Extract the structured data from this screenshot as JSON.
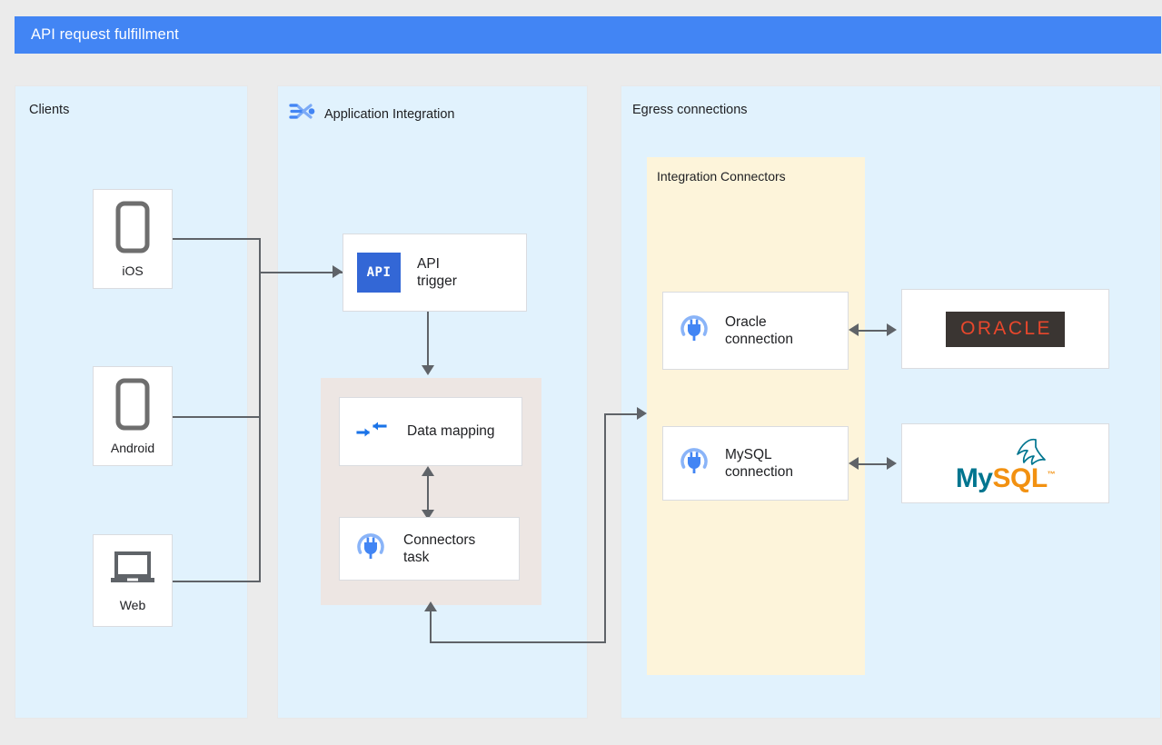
{
  "header": {
    "title": "API request fulfillment",
    "color": "#4285f4"
  },
  "panels": {
    "clients": {
      "label": "Clients",
      "bg": "#e1f2fd"
    },
    "app_integration": {
      "label": "Application Integration",
      "icon": "application-integration-icon",
      "bg": "#e1f2fd"
    },
    "egress": {
      "label": "Egress connections",
      "bg": "#e1f2fd"
    },
    "integration_connectors": {
      "label": "Integration Connectors",
      "bg": "#fdf4da"
    }
  },
  "clients": [
    {
      "label": "iOS",
      "icon": "mobile-phone-icon"
    },
    {
      "label": "Android",
      "icon": "mobile-phone-icon"
    },
    {
      "label": "Web",
      "icon": "laptop-icon"
    }
  ],
  "integration_nodes": {
    "api_trigger": {
      "label": "API\ntrigger",
      "icon": "api-badge-icon",
      "badge_text": "API"
    },
    "data_mapping": {
      "label": "Data mapping",
      "icon": "data-mapping-icon"
    },
    "connectors_task": {
      "label": "Connectors\ntask",
      "icon": "connector-plug-icon"
    }
  },
  "connections": [
    {
      "label": "Oracle\nconnection",
      "icon": "connector-plug-icon"
    },
    {
      "label": "MySQL\nconnection",
      "icon": "connector-plug-icon"
    }
  ],
  "backends": [
    {
      "name": "oracle-logo",
      "text": "ORACLE",
      "bg": "#3a3532",
      "fg": "#e8472c"
    },
    {
      "name": "mysql-logo",
      "text_primary": "My",
      "text_secondary": "SQL",
      "trademark": "™",
      "fg_primary": "#00758f",
      "fg_secondary": "#f29111"
    }
  ],
  "colors": {
    "accent_blue": "#4285f4",
    "panel_blue": "#e1f2fd",
    "connectors_yellow": "#fdf4da",
    "task_group_gray": "#ede6e3",
    "line_gray": "#5f6368",
    "page_bg": "#ebebeb"
  }
}
